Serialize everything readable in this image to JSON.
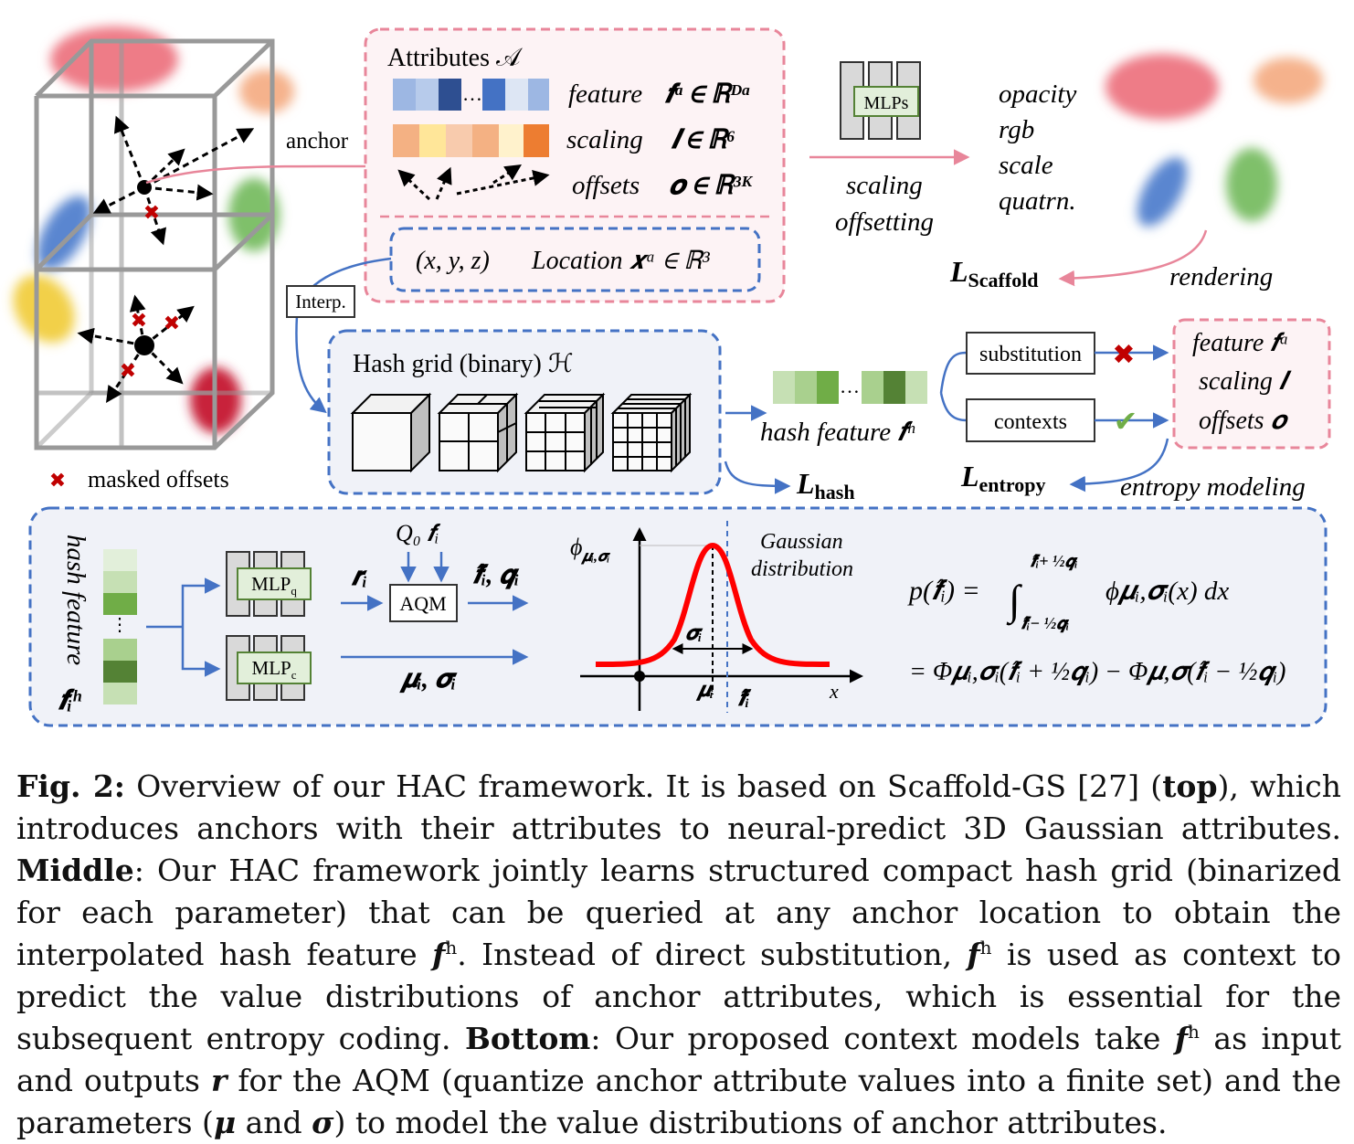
{
  "top": {
    "attributes_title": "Attributes 𝒜",
    "anchor_label": "anchor",
    "feature_label": "feature",
    "feature_math": "𝒇ᵃ ∈ ℝᴰᵃ",
    "scaling_label": "scaling",
    "scaling_math": "𝒍 ∈ ℝ⁶",
    "offsets_label": "offsets",
    "offsets_math": "𝒐 ∈ ℝ³ᴷ",
    "location_xyz": "(x, y, z)",
    "location_label": "Location 𝒙ᵃ ∈ ℝ³",
    "mlps_label": "MLPs",
    "scaling_op": "scaling",
    "offsetting_op": "offsetting",
    "outputs": [
      "opacity",
      "rgb",
      "scale",
      "quatrn."
    ],
    "rendering": "rendering",
    "l_scaffold_main": "L",
    "l_scaffold_sub": "Scaffold",
    "masked_offsets": "masked offsets"
  },
  "middle": {
    "interp": "Interp.",
    "hash_grid_title": "Hash grid (binary) ℋ",
    "hash_feature": "hash feature 𝒇ʰ",
    "substitution": "substitution",
    "contexts": "contexts",
    "attr_feature": "feature  𝒇ᵃ",
    "attr_scaling": "scaling  𝒍",
    "attr_offsets": "offsets  𝒐",
    "l_hash_main": "L",
    "l_hash_sub": "hash",
    "l_entropy_main": "L",
    "l_entropy_sub": "entropy",
    "entropy_modeling": "entropy modeling"
  },
  "bottom": {
    "hash_feature_vertical": "hash feature",
    "fih": "𝒇ᵢʰ",
    "mlp_q": "MLP",
    "mlp_q_sub": "q",
    "mlp_c": "MLP",
    "mlp_c_sub": "c",
    "r_i": "𝒓ᵢ",
    "q0_fi": "Q₀ 𝒇ᵢ",
    "aqm": "AQM",
    "fhat_q": "𝒇̂ᵢ, 𝒒ᵢ",
    "mu_sigma": "𝝁ᵢ, 𝝈ᵢ",
    "phi_label": "ϕ",
    "phi_sub": "𝝁ᵢ,𝝈ᵢ",
    "gaussian_1": "Gaussian",
    "gaussian_2": "distribution",
    "sigma_i": "𝝈ᵢ",
    "mu_i": "𝝁ᵢ",
    "fhat_i": "𝒇̂ᵢ",
    "x": "x",
    "eq1_lhs": "p(𝒇̂ᵢ) =",
    "eq1_upper": "𝒇̂ᵢ+ ½𝒒ᵢ",
    "eq1_lower": "𝒇̂ᵢ− ½𝒒ᵢ",
    "eq1_rhs": "ϕ𝝁ᵢ,𝝈ᵢ(x) dx",
    "eq2": "= Φ𝝁ᵢ,𝝈ᵢ(𝒇̂ᵢ + ½𝒒ᵢ) − Φ𝝁,𝝈(𝒇̂ᵢ − ½𝒒ᵢ)"
  },
  "caption": {
    "fig": "Fig. 2:",
    "s1": " Overview of our HAC framework. It is based on Scaffold-GS [27] (",
    "top": "top",
    "s2": "), which introduces anchors with their attributes to neural-predict 3D Gaussian attributes. ",
    "middle": "Middle",
    "s3": ": Our HAC framework jointly learns structured compact hash grid (binarized for each parameter) that can be queried at any anchor location to obtain the interpolated hash feature ",
    "fh1": "𝒇",
    "s4": ". Instead of direct substitution, ",
    "fh2": "𝒇",
    "s5": " is used as context to predict the value distributions of anchor attributes, which is essential for the subsequent entropy coding. ",
    "bottom": "Bottom",
    "s6": ": Our proposed context models take ",
    "fh3": "𝒇",
    "s7": " as input and outputs ",
    "r": "𝒓",
    "s8": " for the AQM (quantize anchor attribute values into a finite set) and the parameters (",
    "mu": "𝝁",
    "s9": " and ",
    "sigma": "𝝈",
    "s10": ") to model the value distributions of anchor attributes.",
    "h": "h"
  },
  "colors": {
    "pink_dash": "#e8869a",
    "blue_dash": "#4472c4",
    "panel_bg": "#f0f2f8",
    "green_mlp": "#e2efda",
    "red_curve": "#ff0000"
  }
}
